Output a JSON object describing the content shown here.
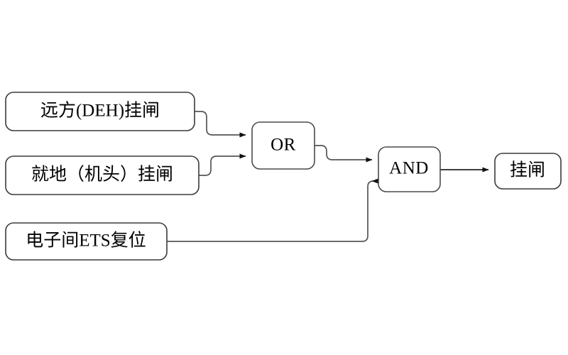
{
  "diagram": {
    "type": "logic-gate-flow",
    "title": "",
    "colors": {
      "background": "#ffffff",
      "box_border": "#3a3a3a",
      "gate_border": "#4a4a4a",
      "connector": "#555555",
      "arrow": "#111111",
      "text": "#000000"
    },
    "inputs": [
      {
        "id": "remote-deh",
        "label": "远方(DEH)挂闸"
      },
      {
        "id": "local-machine-head",
        "label": "就地（机头）挂闸"
      },
      {
        "id": "ets-reset",
        "label": "电子间ETS复位"
      }
    ],
    "gates": [
      {
        "id": "or-gate",
        "label": "OR"
      },
      {
        "id": "and-gate",
        "label": "AND"
      }
    ],
    "outputs": [
      {
        "id": "brake-apply",
        "label": "挂闸"
      }
    ],
    "connections": [
      {
        "from": "remote-deh",
        "to": "or-gate",
        "port": "in-1"
      },
      {
        "from": "local-machine-head",
        "to": "or-gate",
        "port": "in-2"
      },
      {
        "from": "or-gate",
        "to": "and-gate",
        "port": "in-1"
      },
      {
        "from": "ets-reset",
        "to": "and-gate",
        "port": "in-2"
      },
      {
        "from": "and-gate",
        "to": "brake-apply",
        "port": "out"
      }
    ]
  }
}
